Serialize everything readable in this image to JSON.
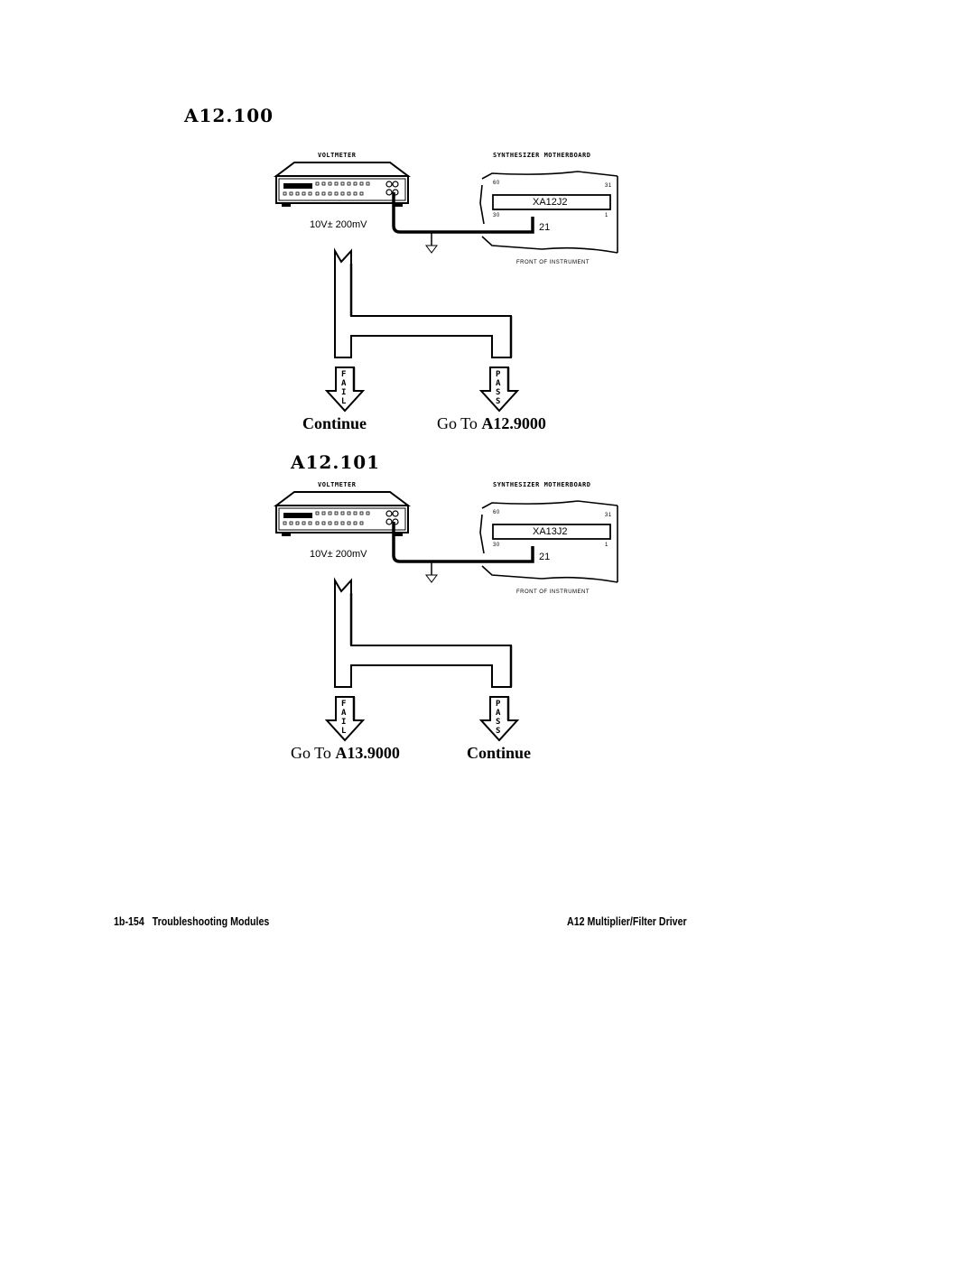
{
  "steps": [
    {
      "title": "A12.100",
      "voltmeter_label": "VOLTMETER",
      "board_label": "SYNTHESIZER MOTHERBOARD",
      "connector": "XA12J2",
      "pin_top_left": "60",
      "pin_top_right": "31",
      "pin_bottom_left": "30",
      "pin_bottom_right": "1",
      "pin_probe": "21",
      "reading": "10V± 200mV",
      "front_label": "FRONT OF INSTRUMENT",
      "fail_letters": [
        "F",
        "A",
        "I",
        "L"
      ],
      "pass_letters": [
        "P",
        "A",
        "S",
        "S"
      ],
      "fail_outcome": {
        "prefix": "",
        "target": "Continue"
      },
      "pass_outcome": {
        "prefix": "Go To",
        "target": "A12.9000"
      }
    },
    {
      "title": "A12.101",
      "voltmeter_label": "VOLTMETER",
      "board_label": "SYNTHESIZER MOTHERBOARD",
      "connector": "XA13J2",
      "pin_top_left": "60",
      "pin_top_right": "31",
      "pin_bottom_left": "30",
      "pin_bottom_right": "1",
      "pin_probe": "21",
      "reading": "10V± 200mV",
      "front_label": "FRONT OF INSTRUMENT",
      "fail_letters": [
        "F",
        "A",
        "I",
        "L"
      ],
      "pass_letters": [
        "P",
        "A",
        "S",
        "S"
      ],
      "fail_outcome": {
        "prefix": "Go To",
        "target": "A13.9000"
      },
      "pass_outcome": {
        "prefix": "",
        "target": "Continue"
      }
    }
  ],
  "footer": {
    "left": "1b-154   Troubleshooting Modules",
    "right": "A12 Multiplier/Filter Driver"
  }
}
